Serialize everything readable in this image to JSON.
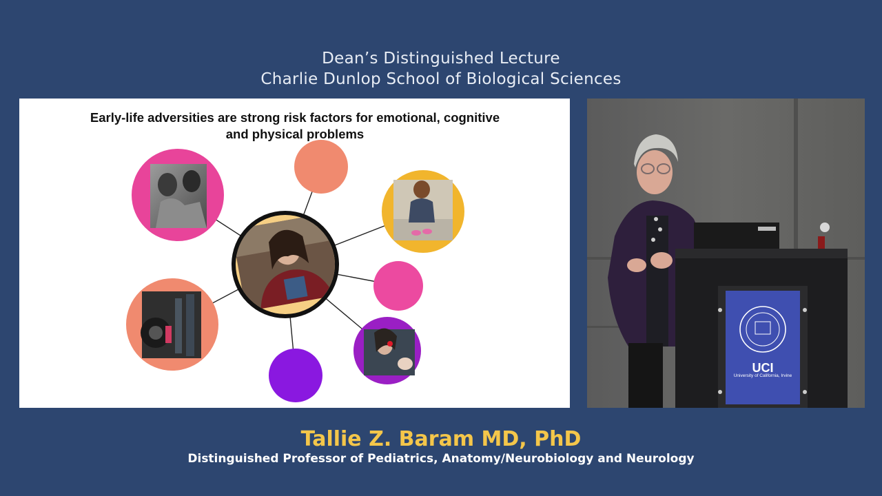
{
  "header": {
    "line1": "Dean’s Distinguished Lecture",
    "line2": "Charlie Dunlop School of Biological Sciences"
  },
  "slide": {
    "title_line1": "Early-life adversities are strong risk factors for emotional, cognitive",
    "title_line2": "and physical problems",
    "colors": {
      "magenta": "#e8449a",
      "salmon": "#f08a6f",
      "yellow": "#f1b52d",
      "pink": "#ec4aa0",
      "purple": "#9a1fc4",
      "violet": "#8a18e0",
      "center_fill": "#f6cf84",
      "center_ring": "#111111"
    },
    "nodes": [
      {
        "name": "photo-children-embrace",
        "type": "photo"
      },
      {
        "name": "circle-salmon-top",
        "type": "blank"
      },
      {
        "name": "photo-child-sitting-wall",
        "type": "photo"
      },
      {
        "name": "circle-pink-right",
        "type": "blank"
      },
      {
        "name": "photo-woman-crying-car",
        "type": "photo"
      },
      {
        "name": "circle-violet-bottom",
        "type": "blank"
      },
      {
        "name": "photo-border-child",
        "type": "photo"
      },
      {
        "name": "photo-center-teen-girl",
        "type": "photo"
      }
    ]
  },
  "video": {
    "podium_logo_text": "UCI",
    "podium_logo_subtext": "University of California, Irvine",
    "podium_color": "#3f4fb0"
  },
  "speaker": {
    "name": "Tallie Z. Baram MD, PhD",
    "title": "Distinguished Professor of Pediatrics, Anatomy/Neurobiology and Neurology"
  }
}
